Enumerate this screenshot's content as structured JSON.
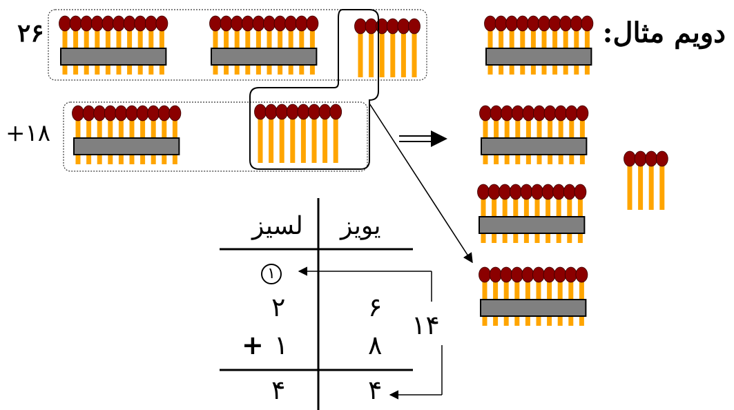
{
  "title": "دویم مثال:",
  "first_number": "۲۶",
  "second_number": "+۱۸",
  "table": {
    "col_left_header": "لسیز",
    "col_right_header": "یویز",
    "carry": "۱",
    "row1_left": "۲",
    "row1_right": "۶",
    "plus_sign": "+",
    "row2_left": "۱",
    "row2_right": "۸",
    "sum_left": "۴",
    "sum_right": "۴",
    "partial_sum": "۱۴"
  },
  "colors": {
    "stick": "#FFA500",
    "head": "#8B0000",
    "band": "#808080",
    "line": "#000000"
  }
}
